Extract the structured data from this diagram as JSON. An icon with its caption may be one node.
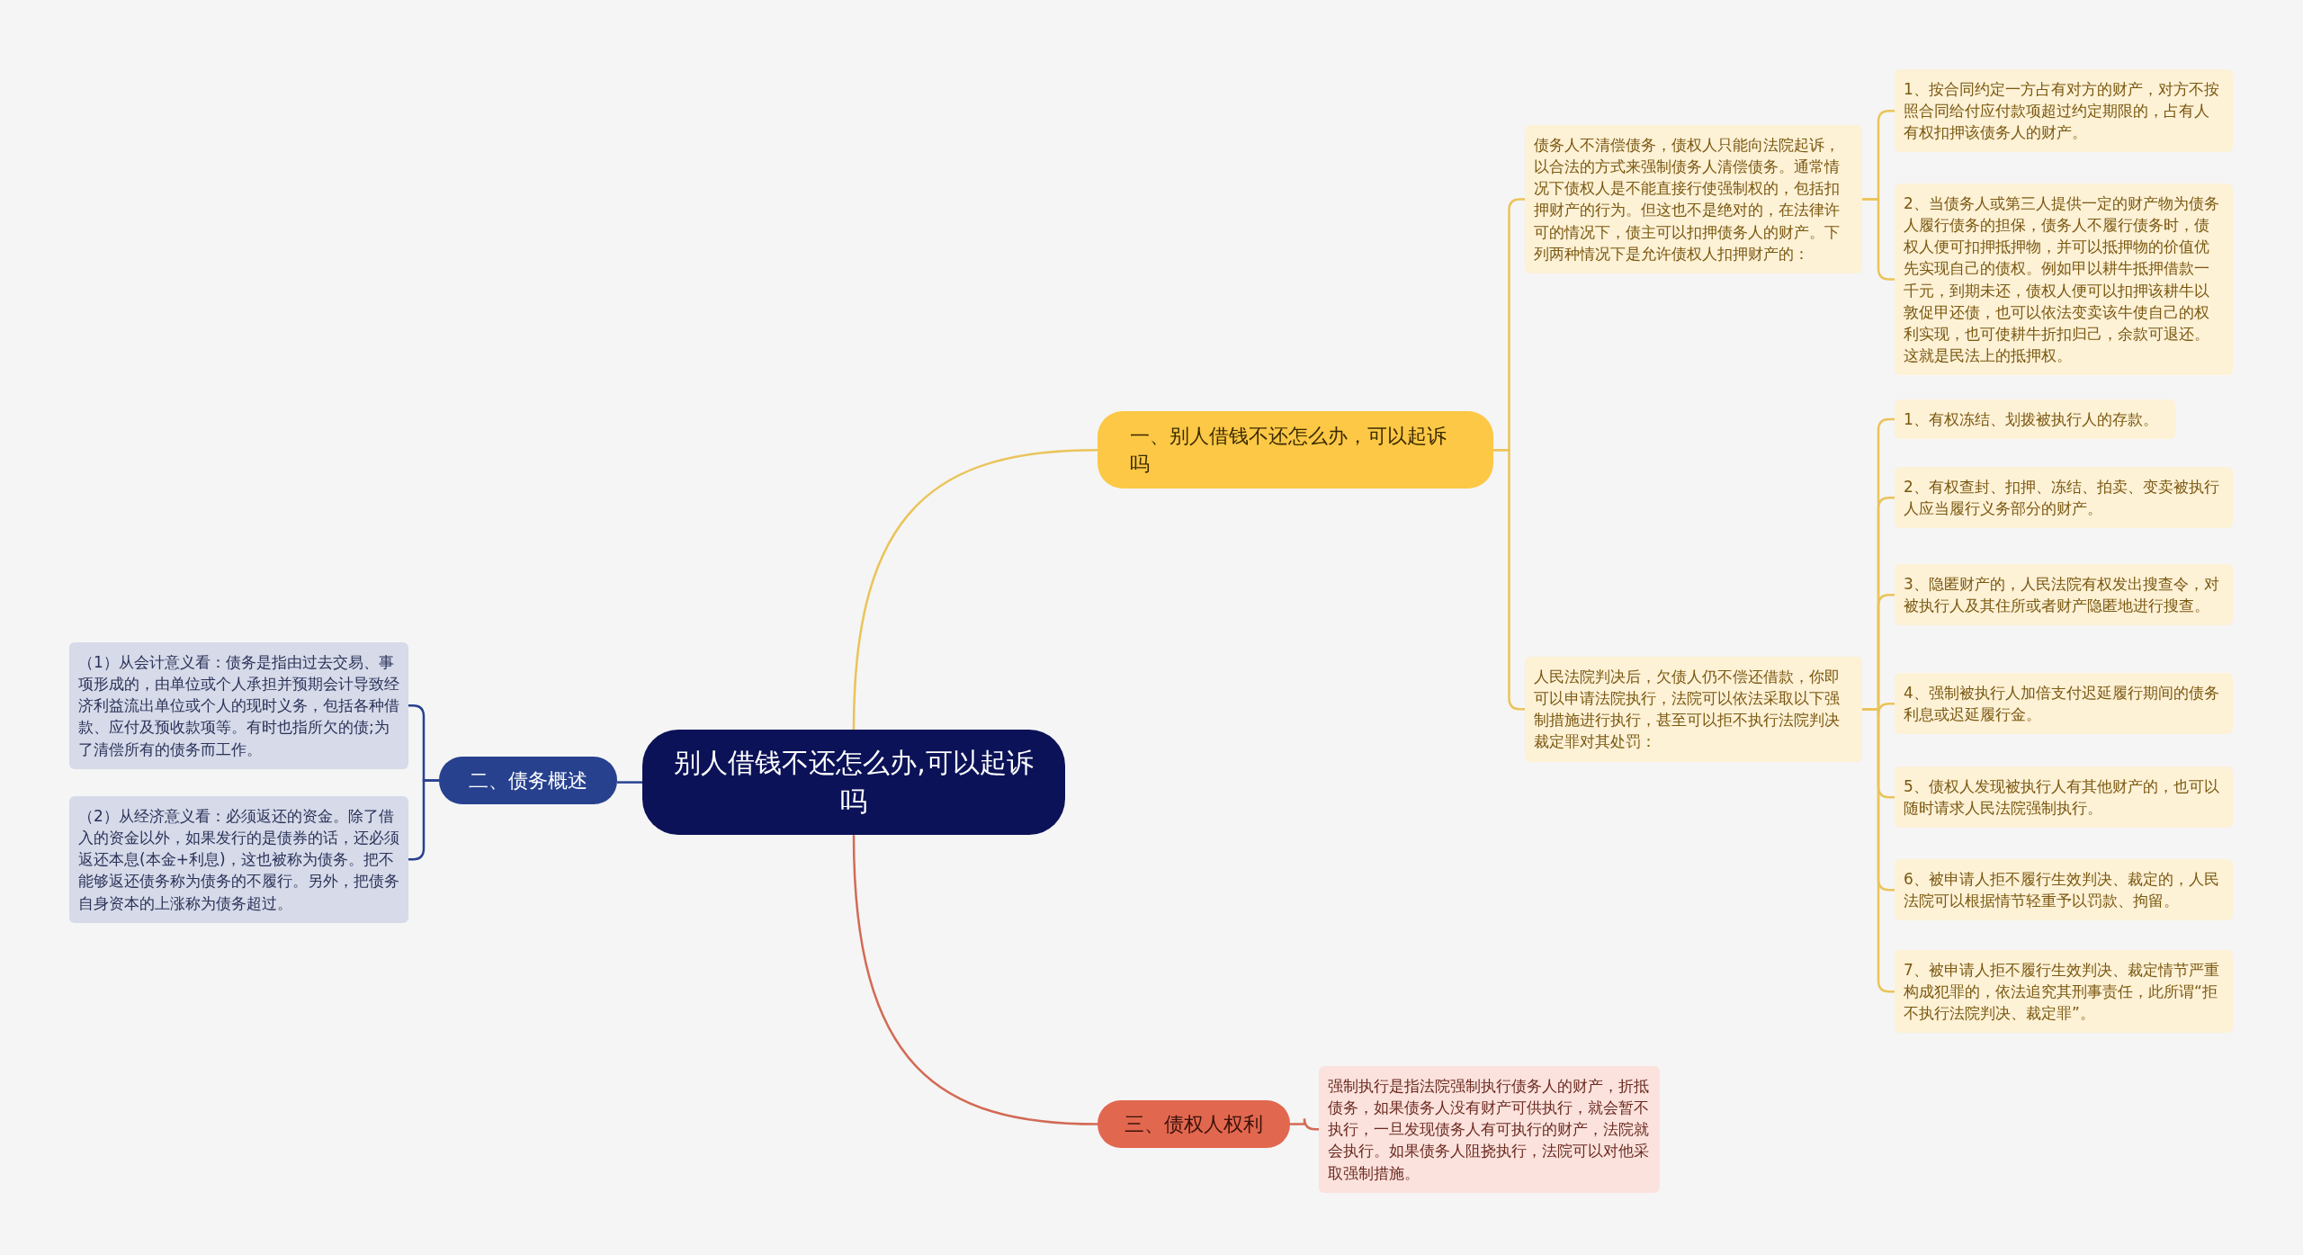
{
  "diagram": {
    "nodes": [
      {
        "text": [
          "别人借钱不还怎么办,可以起诉吗"
        ]
      },
      {
        "text": [
          "一、别人借钱不还怎么办，可以起诉吗"
        ]
      },
      {
        "text": [
          "债务人不清偿债务，债权人只能向法院起诉，以合法的方式来强制债务人清偿债务。通常情况下债权人是不能直接行使强制权的，包括扣押财产的行为。但这也不是绝对的，在法律许可的情况下，债主可以扣押债务人的财产。下列两种情况下是允许债权人扣押财产的："
        ]
      },
      {
        "text": [
          "1、按合同约定一方占有对方的财产，对方不按照合同给付应付款项超过约定期限的，占有人有权扣押该债务人的财产。"
        ]
      },
      {
        "text": [
          "2、当债务人或第三人提供一定的财产物为债务人履行债务的担保，债务人不履行债务时，债权人便可扣押抵押物，并可以抵押物的价值优先实现自己的债权。例如甲以耕牛抵押借款一千元，到期未还，债权人便可以扣押该耕牛以敦促甲还债，也可以依法变卖该牛使自己的权利实现，也可使耕牛折扣归己，余款可退还。这就是民法上的抵押权。"
        ]
      },
      {
        "text": [
          "人民法院判决后，欠债人仍不偿还借款，你即可以申请法院执行，法院可以依法采取以下强制措施进行执行，甚至可以拒不执行法院判决裁定罪对其处罚："
        ]
      },
      {
        "text": [
          "1、有权冻结、划拨被执行人的存款。"
        ]
      },
      {
        "text": [
          "2、有权查封、扣押、冻结、拍卖、变卖被执行人应当履行义务部分的财产。"
        ]
      },
      {
        "text": [
          "3、隐匿财产的，人民法院有权发出搜查令，对被执行人及其住所或者财产隐匿地进行搜查。"
        ]
      },
      {
        "text": [
          "4、强制被执行人加倍支付迟延履行期间的债务利息或迟延履行金。"
        ]
      },
      {
        "text": [
          "5、债权人发现被执行人有其他财产的，也可以随时请求人民法院强制执行。"
        ]
      },
      {
        "text": [
          "6、被申请人拒不履行生效判决、裁定的，人民法院可以根据情节轻重予以罚款、拘留。"
        ]
      },
      {
        "text": [
          "7、被申请人拒不履行生效判决、裁定情节严重构成犯罪的，依法追究其刑事责任，此所谓“拒不执行法院判决、裁定罪”。"
        ]
      },
      {
        "text": [
          "二、债务概述"
        ]
      },
      {
        "text": [
          "（1）从会计意义看：债务是指由过去交易、事项形成的，由单位或个人承担并预期会计导致经济利益流出单位或个人的现时义务，包括各种借款、应付及预收款项等。有时也指所欠的债;为了清偿所有的债务而工作。"
        ]
      },
      {
        "text": [
          "（2）从经济意义看：必须返还的资金。除了借入的资金以外，如果发行的是债券的话，还必须返还本息(本金+利息)，这也被称为债务。把不能够返还债务称为债务的不履行。另外，把债务自身资本的上涨称为债务超过。"
        ]
      },
      {
        "text": [
          "三、债权人权利"
        ]
      },
      {
        "text": [
          "强制执行是指法院强制执行债务人的财产，折抵债务，如果债务人没有财产可供执行，就会暂不执行，一旦发现债务人有可执行的财产，法院就会执行。如果债务人阻挠执行，法院可以对他采取强制措施。"
        ]
      }
    ],
    "edges": [
      {
        "from": 0,
        "to": 1,
        "arrow": "none"
      },
      {
        "from": 1,
        "to": 2,
        "arrow": "none"
      },
      {
        "from": 2,
        "to": 3,
        "arrow": "none"
      },
      {
        "from": 2,
        "to": 4,
        "arrow": "none"
      },
      {
        "from": 1,
        "to": 5,
        "arrow": "none"
      },
      {
        "from": 5,
        "to": 6,
        "arrow": "none"
      },
      {
        "from": 5,
        "to": 7,
        "arrow": "none"
      },
      {
        "from": 5,
        "to": 8,
        "arrow": "none"
      },
      {
        "from": 5,
        "to": 9,
        "arrow": "none"
      },
      {
        "from": 5,
        "to": 10,
        "arrow": "none"
      },
      {
        "from": 5,
        "to": 11,
        "arrow": "none"
      },
      {
        "from": 5,
        "to": 12,
        "arrow": "none"
      },
      {
        "from": 0,
        "to": 13,
        "arrow": "none",
        "color": "#27418f"
      },
      {
        "from": 13,
        "to": 14,
        "arrow": "none",
        "color": "#27418f"
      },
      {
        "from": 13,
        "to": 15,
        "arrow": "none",
        "color": "#27418f"
      },
      {
        "from": 0,
        "to": 16,
        "arrow": "none",
        "color": "#d36a55"
      },
      {
        "from": 16,
        "to": 17,
        "arrow": "none",
        "color": "#d36a55"
      }
    ]
  }
}
